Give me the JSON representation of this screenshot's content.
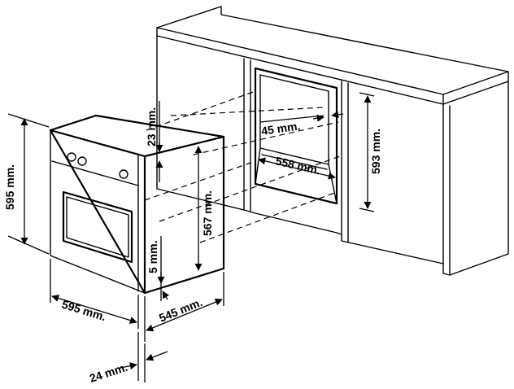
{
  "labels": {
    "cabinet_height": "593 mm.",
    "niche_width": "558 mm.",
    "niche_gap": "45 mm.",
    "oven_height": "595 mm.",
    "oven_width": "595 mm.",
    "oven_depth": "545 mm.",
    "front_panel_depth": "24 mm.",
    "inner_height": "567 mm.",
    "top_gap": "23 mm.",
    "bottom_gap": "5 mm."
  }
}
